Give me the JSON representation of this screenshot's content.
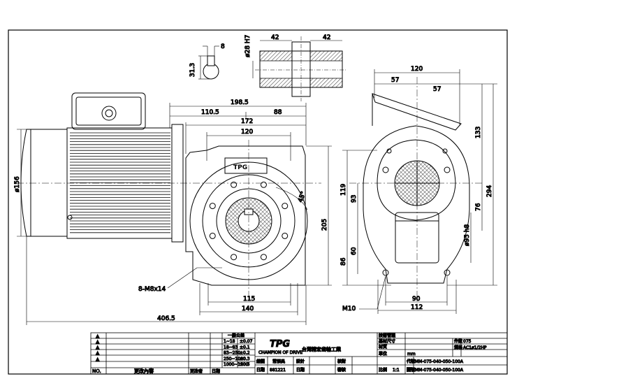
{
  "dims": {
    "d_8": "8",
    "d_31_3": "31.3",
    "d_28h7": "ø28 H7",
    "d_42_left": "42",
    "d_42_right": "42",
    "d_120_top": "120",
    "d_57_left": "57",
    "d_57_right": "57",
    "d_198_5": "198.5",
    "d_110_5": "110.5",
    "d_88": "88",
    "d_172": "172",
    "d_120_front": "120",
    "d_156": "ø156",
    "d_8mb": "8-M8x14",
    "d_115": "115",
    "d_140": "140",
    "d_406_5": "406.5",
    "d_205": "205",
    "d_45deg": "45°",
    "d_119": "119",
    "d_93": "93",
    "d_60": "60",
    "d_86": "86",
    "d_133": "133",
    "d_294": "294",
    "d_76": "76",
    "d_95h8": "ø95 h8",
    "d_90": "90",
    "d_112": "112",
    "d_m10": "M10"
  },
  "title_block": {
    "symbols": [
      "▲",
      "▲",
      "▲",
      "▲",
      "▲"
    ],
    "col_no": "NO.",
    "col_content": "更改內容",
    "col_signer": "更改者",
    "col_date": "日期",
    "tol_header": "一般公差",
    "tol_rows": [
      [
        "1~18",
        "±0.07"
      ],
      [
        "18~83",
        "±0.1"
      ],
      [
        "83~250",
        "±0.2"
      ],
      [
        "250~1000",
        "±0.3"
      ],
      [
        "1000~1500",
        "±0.5"
      ]
    ],
    "logo": "TPG",
    "logo_sub": "CHAMPION OF DRIVE",
    "company": "台灣精宏齒輪工業",
    "row_designer": "繪圖",
    "row_designer_val": "常張吳",
    "row_date_label": "日期",
    "row_date_val": "881221",
    "row_design": "設計",
    "row_check": "核對",
    "row_approve": "審核",
    "row_date2": "日期",
    "drawing_mgmt": "技術管理",
    "material_size": "基材尺寸",
    "material": "材質",
    "code_label": "代號",
    "code": "MM-075-040-050-100A",
    "drawing_no_label": "圖號",
    "drawing_no": "MM-075-040-050-100A",
    "qty_label": "件數",
    "qty": "075",
    "spec_label": "規格",
    "spec": "AC1ø1/2HP",
    "scale_label": "比例",
    "scale": "1:1",
    "unit_label": "單位",
    "unit": "mm"
  }
}
